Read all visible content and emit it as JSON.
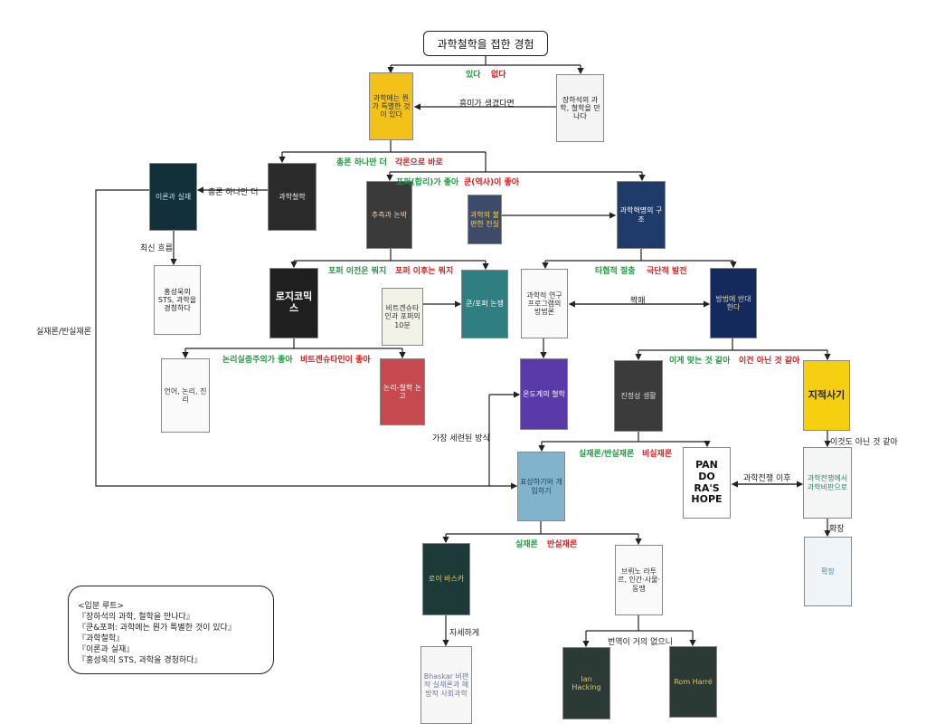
{
  "title": "과학철학을 접한 경험",
  "colors": {
    "yes": "#1a9a3c",
    "no": "#e01818",
    "line": "#222222"
  },
  "books": [
    {
      "id": "kuhn-popper",
      "cover": "과학에는 뭔가 특별한 것이 있다",
      "bg": "#f2c21a",
      "fg": "#333"
    },
    {
      "id": "jang",
      "cover": "장하석의 과학, 철학을 만나다",
      "bg": "#f4f4f4",
      "fg": "#222"
    },
    {
      "id": "phil-sci",
      "cover": "과학철학",
      "bg": "#2b2b2b",
      "fg": "#eee"
    },
    {
      "id": "theory-reality",
      "cover": "이론과 실재",
      "bg": "#12303a",
      "fg": "#bfe3ee"
    },
    {
      "id": "popper",
      "cover": "추측과 논박",
      "bg": "#3a3a3a",
      "fg": "#f1d3b5"
    },
    {
      "id": "middle",
      "cover": "과학의 불편한 진실",
      "bg": "#3f4b6a",
      "fg": "#f6d04d"
    },
    {
      "id": "kuhn",
      "cover": "과학혁명의 구조",
      "bg": "#1f3b6a",
      "fg": "#fff"
    },
    {
      "id": "sts",
      "cover": "홍성욱의 STS, 과학을 경청하다",
      "bg": "#fbfbfb",
      "fg": "#222"
    },
    {
      "id": "logicomix",
      "cover": "로지코믹스",
      "bg": "#1f1f1f",
      "fg": "#fff"
    },
    {
      "id": "ten-min",
      "cover": "비트겐슈타인과 포퍼의 10분",
      "bg": "#f2f2e6",
      "fg": "#333"
    },
    {
      "id": "teal",
      "cover": "쿤/포퍼 논쟁",
      "bg": "#2f7f82",
      "fg": "#fff"
    },
    {
      "id": "lakatos",
      "cover": "과학적 연구 프로그램의 방법론",
      "bg": "#fafafa",
      "fg": "#333"
    },
    {
      "id": "feyerabend",
      "cover": "방법에 반대한다",
      "bg": "#142a5c",
      "fg": "#e6d6a0"
    },
    {
      "id": "language",
      "cover": "언어, 논리, 진리",
      "bg": "#fafafa",
      "fg": "#333"
    },
    {
      "id": "tractatus",
      "cover": "논리-철학 논고",
      "bg": "#c5494f",
      "fg": "#fff"
    },
    {
      "id": "thermo",
      "cover": "온도계의 철학",
      "bg": "#5a3aa8",
      "fg": "#fff"
    },
    {
      "id": "structure",
      "cover": "진정성 생활",
      "bg": "#3b3b3b",
      "fg": "#ddd"
    },
    {
      "id": "fashionable",
      "cover": "지적사기",
      "bg": "#f5cf10",
      "fg": "#222"
    },
    {
      "id": "representing",
      "cover": "표상하기와 개입하기",
      "bg": "#7fb4cc",
      "fg": "#2a3c66"
    },
    {
      "id": "pandora",
      "cover": "PAN DO RA'S HOPE",
      "bg": "#ffffff",
      "fg": "#111"
    },
    {
      "id": "science-war",
      "cover": "과학전쟁에서 과학비판으로",
      "bg": "#f3f6f5",
      "fg": "#2f7f74"
    },
    {
      "id": "bhaskar-kr",
      "cover": "로이 바스카",
      "bg": "#1d3a38",
      "fg": "#e0d070"
    },
    {
      "id": "latour",
      "cover": "브뤼노 라투르, 인간·사물·동맹",
      "bg": "#fafafa",
      "fg": "#333"
    },
    {
      "id": "expand",
      "cover": "확장",
      "bg": "#eef4f8",
      "fg": "#4a8ab0"
    },
    {
      "id": "bhaskar",
      "cover": "Bhaskar 비판적 실재론과 해방적 사회과학",
      "bg": "#f7f7f7",
      "fg": "#6a7ba0"
    },
    {
      "id": "book-a",
      "cover": "Ian Hacking",
      "bg": "#2c3a36",
      "fg": "#d7c46a"
    },
    {
      "id": "book-b",
      "cover": "Rom Harré",
      "bg": "#2c3a36",
      "fg": "#d7c46a"
    }
  ],
  "labels": [
    {
      "id": "yes",
      "text": "있다",
      "tone": "green"
    },
    {
      "id": "no",
      "text": "없다",
      "tone": "red"
    },
    {
      "id": "interest",
      "text": "흥미가 생겼다면",
      "tone": "plain"
    },
    {
      "id": "overview-more",
      "text": "총론 하나만 더",
      "tone": "green"
    },
    {
      "id": "straight-details",
      "text": "각론으로 바로",
      "tone": "red"
    },
    {
      "id": "overview-more-2",
      "text": "총론 하나만 더",
      "tone": "plain"
    },
    {
      "id": "popper-like",
      "text": "포퍼(합리)가 좋아",
      "tone": "green"
    },
    {
      "id": "kuhn-like",
      "text": "쿤(역사)이 좋아",
      "tone": "red"
    },
    {
      "id": "latest",
      "text": "최신 흐름",
      "tone": "plain"
    },
    {
      "id": "before-popper",
      "text": "포퍼 이전은 뭐지",
      "tone": "green"
    },
    {
      "id": "after-popper",
      "text": "포퍼 이후는 뭐지",
      "tone": "red"
    },
    {
      "id": "compromise",
      "text": "타협적 절충",
      "tone": "green"
    },
    {
      "id": "radical",
      "text": "극단적 발전",
      "tone": "red"
    },
    {
      "id": "pair",
      "text": "짝패",
      "tone": "plain"
    },
    {
      "id": "realism-left",
      "text": "실재론/반실재론",
      "tone": "plain"
    },
    {
      "id": "positivism",
      "text": "논리실증주의가 좋아",
      "tone": "green"
    },
    {
      "id": "wittgenstein",
      "text": "비트겐슈타인이 좋아",
      "tone": "red"
    },
    {
      "id": "right",
      "text": "이게 맞는 것 같아",
      "tone": "green"
    },
    {
      "id": "wrong",
      "text": "이건 아닌 것 같아",
      "tone": "red"
    },
    {
      "id": "neither",
      "text": "이것도 아닌 것 같아",
      "tone": "plain"
    },
    {
      "id": "refined",
      "text": "가장 세련된 방식",
      "tone": "plain"
    },
    {
      "id": "realism-anti",
      "text": "실재론/반실재론",
      "tone": "green"
    },
    {
      "id": "nonrealism",
      "text": "비실재론",
      "tone": "red"
    },
    {
      "id": "after-war",
      "text": "과학전쟁 이후",
      "tone": "plain"
    },
    {
      "id": "expand",
      "text": "확장",
      "tone": "plain"
    },
    {
      "id": "realism",
      "text": "실재론",
      "tone": "green"
    },
    {
      "id": "antirealism",
      "text": "반실재론",
      "tone": "red"
    },
    {
      "id": "detail",
      "text": "자세하게",
      "tone": "plain"
    },
    {
      "id": "no-translation",
      "text": "번역이 거의 없으니",
      "tone": "plain"
    }
  ],
  "legend": {
    "heading": "<입분 루트>",
    "items": [
      "『장하석의 과학, 철학을 만나다』",
      "『쿤&포퍼: 과학에는 뭔가 특별한 것이 있다』",
      "『과학철학』",
      "『이론과 실재』",
      "『홍성욱의 STS, 과학을 경청하다』"
    ]
  }
}
